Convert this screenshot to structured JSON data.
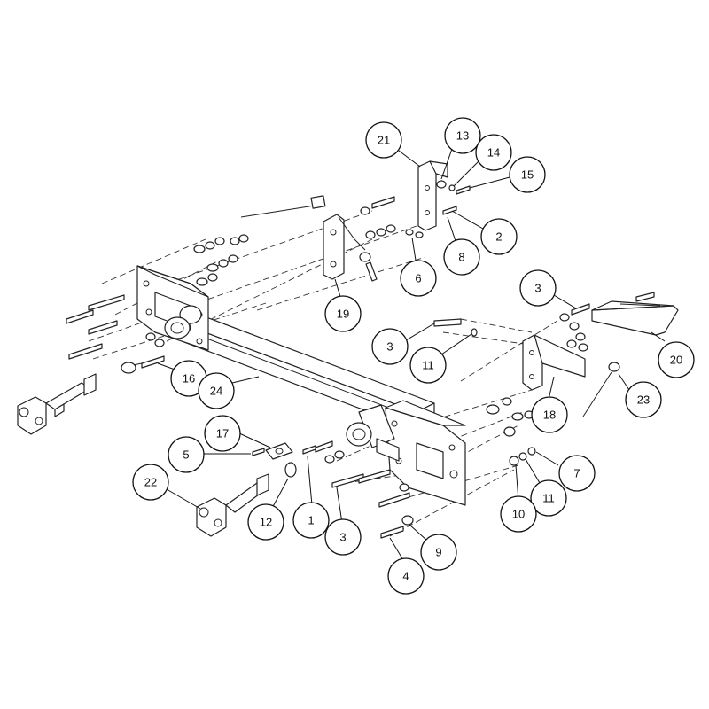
{
  "colors": {
    "line": "#222222",
    "background": "#ffffff"
  },
  "callouts": [
    {
      "id": "c21",
      "label": "21"
    },
    {
      "id": "c13",
      "label": "13"
    },
    {
      "id": "c14",
      "label": "14"
    },
    {
      "id": "c15",
      "label": "15"
    },
    {
      "id": "c2",
      "label": "2"
    },
    {
      "id": "c8",
      "label": "8"
    },
    {
      "id": "c6",
      "label": "6"
    },
    {
      "id": "c19",
      "label": "19"
    },
    {
      "id": "c3a",
      "label": "3"
    },
    {
      "id": "c20",
      "label": "20"
    },
    {
      "id": "c3b",
      "label": "3"
    },
    {
      "id": "c11a",
      "label": "11"
    },
    {
      "id": "c16",
      "label": "16"
    },
    {
      "id": "c24",
      "label": "24"
    },
    {
      "id": "c18",
      "label": "18"
    },
    {
      "id": "c23",
      "label": "23"
    },
    {
      "id": "c17",
      "label": "17"
    },
    {
      "id": "c5",
      "label": "5"
    },
    {
      "id": "c22",
      "label": "22"
    },
    {
      "id": "c12",
      "label": "12"
    },
    {
      "id": "c1",
      "label": "1"
    },
    {
      "id": "c3c",
      "label": "3"
    },
    {
      "id": "c7",
      "label": "7"
    },
    {
      "id": "c11b",
      "label": "11"
    },
    {
      "id": "c10",
      "label": "10"
    },
    {
      "id": "c9",
      "label": "9"
    },
    {
      "id": "c4",
      "label": "4"
    }
  ]
}
